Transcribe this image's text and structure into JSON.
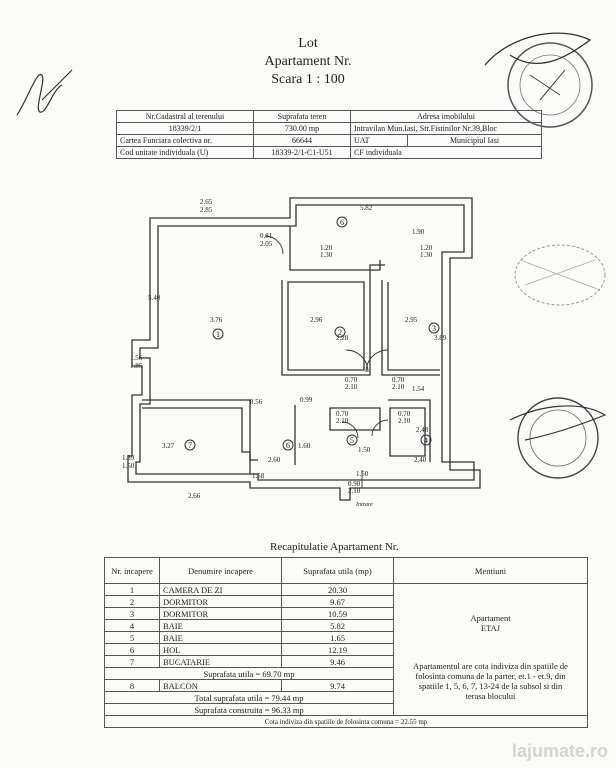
{
  "header": {
    "line1": "Lot",
    "line2": "Apartament Nr.",
    "line3": "Scara 1 : 100"
  },
  "cadastral": {
    "h_nr": "Nr.Cadastral al terenului",
    "h_sup": "Suprafata teren",
    "h_adr": "Adresa imobilului",
    "v_nr": "18339/2/1",
    "v_sup": "730.00 mp",
    "v_adr": "Intravilan Mun.Iasi, Str.Fistinilor Nr.39,Bloc",
    "r2_l": "Cartea Funciara colectiva nr.",
    "r2_v": "66644",
    "r2_u": "UAT",
    "r2_uv": "Municipiul Iasi",
    "r3_l": "Cod unitate individuala (U)",
    "r3_v": "18339-2/1-C1-U51",
    "r3_cf": "CF individuala"
  },
  "plan": {
    "dims": [
      "2.65",
      "2.85",
      "5.82",
      "1.90",
      "0.81",
      "2.05",
      "1.20",
      "1.30",
      "1.20",
      "1.30",
      "5.40",
      "3.76",
      "2.96",
      "2.95",
      "2.28",
      "3.89",
      "1.56",
      "1.85",
      "0.70",
      "2.10",
      "0.70",
      "2.10",
      "1.54",
      "8.56",
      "0.99",
      "0.70",
      "2.10",
      "0.70",
      "2.10",
      "2.48",
      "1.50",
      "1.39",
      "1.50",
      "3.27",
      "2.60",
      "1.60",
      "2.40",
      "1.58",
      "1.50",
      "0.90",
      "2.10",
      "2.66"
    ],
    "rooms": [
      "6",
      "1",
      "2",
      "3",
      "7",
      "6",
      "5",
      "4"
    ],
    "entry": "Intrare"
  },
  "recap": {
    "title": "Recapitulatie Apartament Nr.",
    "headers": {
      "nr": "Nr. incapere",
      "den": "Denumire incapere",
      "sup": "Suprafata utila (mp)",
      "ment": "Mentiuni"
    },
    "rows": [
      {
        "nr": "1",
        "den": "CAMERA DE ZI",
        "sup": "20.30"
      },
      {
        "nr": "2",
        "den": "DORMITOR",
        "sup": "9.67"
      },
      {
        "nr": "3",
        "den": "DORMITOR",
        "sup": "10.59"
      },
      {
        "nr": "4",
        "den": "BAIE",
        "sup": "5.82"
      },
      {
        "nr": "5",
        "den": "BAIE",
        "sup": "1.65"
      },
      {
        "nr": "6",
        "den": "HOL",
        "sup": "12.19"
      },
      {
        "nr": "7",
        "den": "BUCATARIE",
        "sup": "9.46"
      }
    ],
    "sub1": "Suprafata utila = 69.70 mp",
    "balcon": {
      "nr": "8",
      "den": "BALCON",
      "sup": "9.74"
    },
    "total_util": "Total suprafata utila = 79.44 mp",
    "construita": "Suprafata construita = 96.33 mp",
    "bottom": "Cota indiviza din spatiile de folosinta comuna = 22.55 mp",
    "mentiuni1": "Apartament",
    "mentiuni2": "ETAJ",
    "mentiuni3": "Apartamentul are cota indiviza din spatiile de folosinta comuna de la parter, et.1 - et.9, din spatiile 1, 5, 6, 7, 13-24 de la subsol si din terasa blocului"
  },
  "watermark": "lajumate.ro"
}
